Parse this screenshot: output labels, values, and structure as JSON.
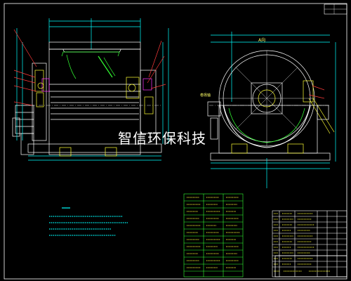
{
  "drawing": {
    "palette": {
      "background": "#000000",
      "frame": "#ffffff",
      "structure": "#ffffff",
      "dimension": "#00ffff",
      "leader": "#ff3b3b",
      "detail": "#ffff33",
      "hatch": "#33ff33",
      "accent": "#ff33ff"
    },
    "view_labels": {
      "right_view": "A向",
      "section_note": "卷扬轴"
    },
    "watermark": "智信环保科技"
  }
}
